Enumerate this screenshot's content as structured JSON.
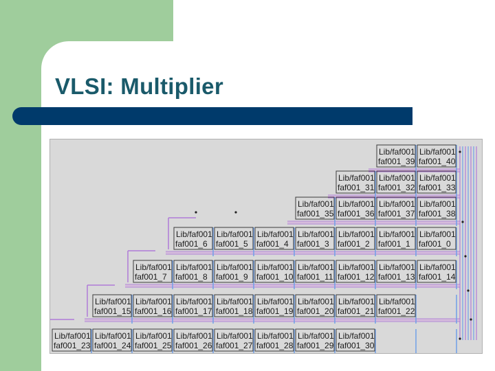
{
  "slide": {
    "title": "VLSI: Multiplier"
  },
  "schematic": {
    "cell_type": "Lib/faf001",
    "rows": [
      [
        "faf001_39",
        "faf001_40"
      ],
      [
        "faf001_31",
        "faf001_32",
        "faf001_33"
      ],
      [
        "faf001_35",
        "faf001_36",
        "faf001_37",
        "faf001_38"
      ],
      [
        "faf001_6",
        "faf001_5",
        "faf001_4",
        "faf001_3",
        "faf001_2",
        "faf001_1",
        "faf001_0"
      ],
      [
        "faf001_7",
        "faf001_8",
        "faf001_9",
        "faf001_10",
        "faf001_11",
        "faf001_12",
        "faf001_13",
        "faf001_14"
      ],
      [
        "faf001_15",
        "faf001_16",
        "faf001_17",
        "faf001_18",
        "faf001_19",
        "faf001_20",
        "faf001_21",
        "faf001_22"
      ],
      [
        "faf001_23",
        "faf001_24",
        "faf001_25",
        "faf001_26",
        "faf001_27",
        "faf001_28",
        "faf001_29",
        "faf001_30"
      ]
    ],
    "colors": {
      "background": "#d9d9d9",
      "cell_border": "#3a3a3a",
      "wire_purple": "#b07ad8",
      "wire_blue": "#6fa0e8",
      "wire_pink": "#d49ae0"
    }
  }
}
